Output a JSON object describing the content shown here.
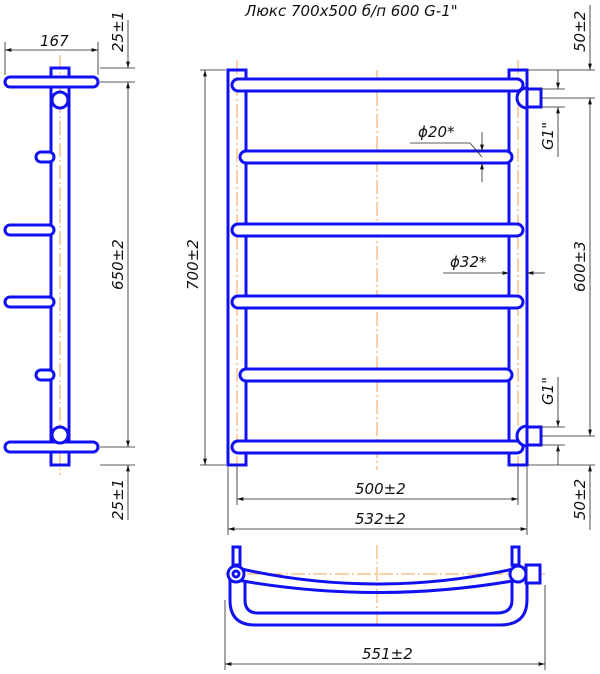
{
  "title": "Люкс 700х500 б/п 600 G-1\"",
  "side_view": {
    "depth": "167",
    "top_offset": "25±1",
    "center_distance": "650±2",
    "bottom_offset": "25±1"
  },
  "front_view": {
    "height": "700±2",
    "rail_diameter": "ϕ20*",
    "post_diameter": "ϕ32*",
    "thread_top": "G1\"",
    "thread_bottom": "G1\"",
    "top_offset": "50±2",
    "connection_distance": "600±3",
    "bottom_offset": "50±2",
    "inner_width": "500±2",
    "outer_width": "532±2"
  },
  "top_view": {
    "overall_width": "551±2"
  },
  "colors": {
    "outline": "#1010f0",
    "centerline": "#f5a050",
    "dimension": "#222222"
  }
}
